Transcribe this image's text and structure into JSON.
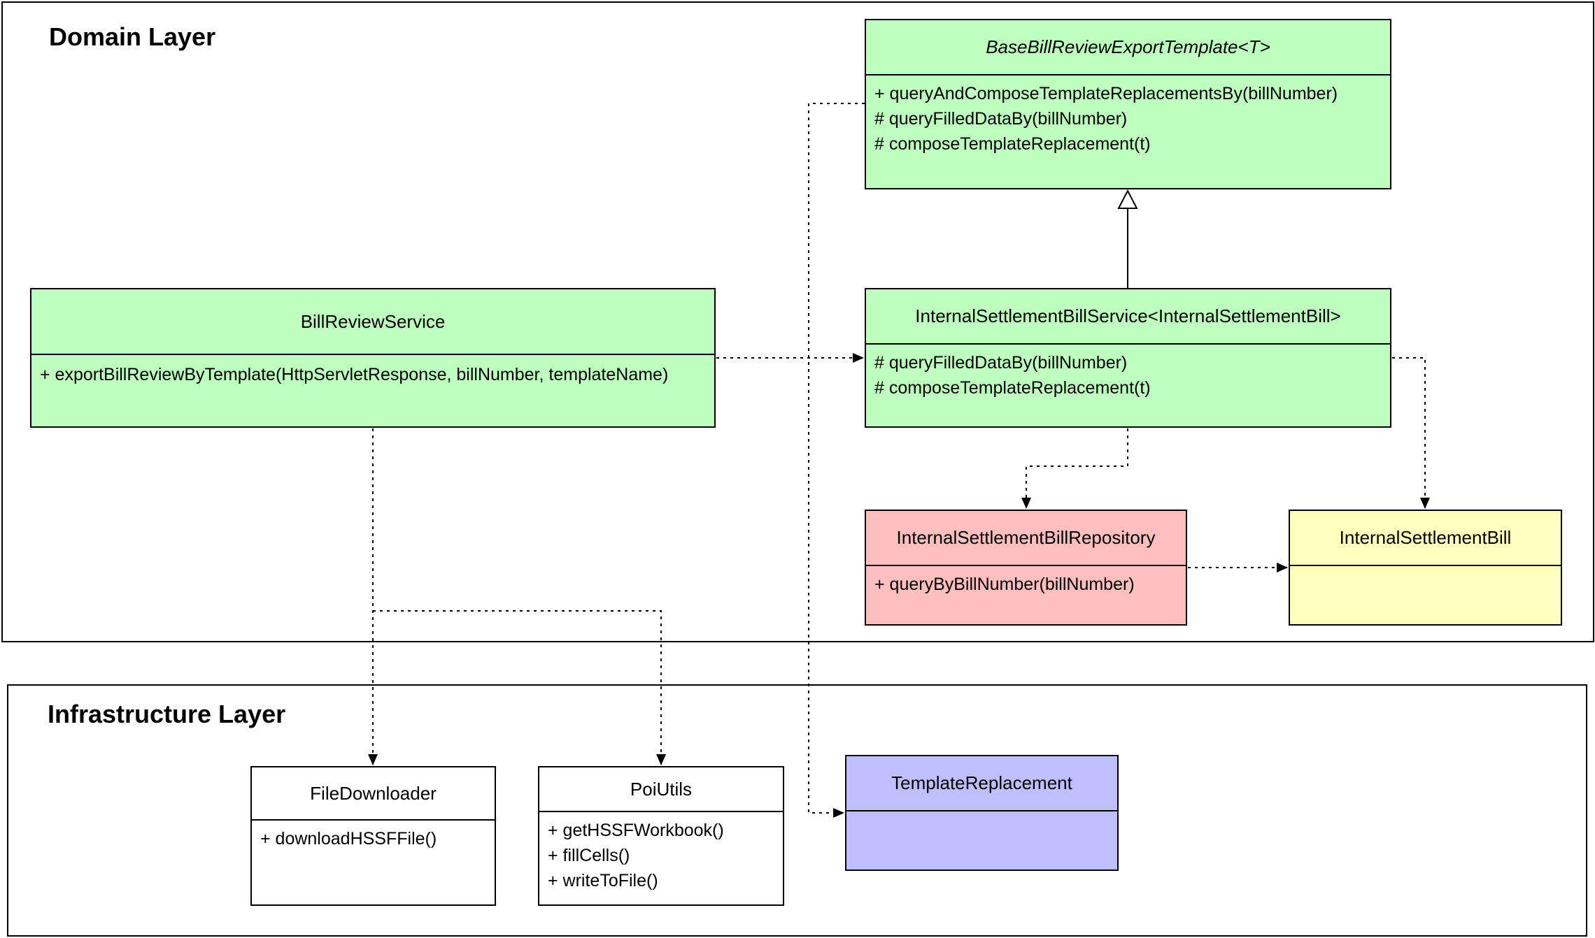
{
  "layers": {
    "domain": {
      "title": "Domain Layer"
    },
    "infrastructure": {
      "title": "Infrastructure Layer"
    }
  },
  "classes": {
    "base_template": {
      "name": "BaseBillReviewExportTemplate<T>",
      "abstract": true,
      "methods": [
        "+ queryAndComposeTemplateReplacementsBy(billNumber)",
        "# queryFilledDataBy(billNumber)",
        "# composeTemplateReplacement(t)"
      ],
      "color": "#bfffbf"
    },
    "bill_review_service": {
      "name": "BillReviewService",
      "methods": [
        "+ exportBillReviewByTemplate(HttpServletResponse, billNumber, templateName)"
      ],
      "color": "#bfffbf"
    },
    "internal_settlement_bill_service": {
      "name": "InternalSettlementBillService<InternalSettlementBill>",
      "methods": [
        "# queryFilledDataBy(billNumber)",
        "# composeTemplateReplacement(t)"
      ],
      "color": "#bfffbf"
    },
    "repository": {
      "name": "InternalSettlementBillRepository",
      "methods": [
        "+ queryByBillNumber(billNumber)"
      ],
      "color": "#ffbfbf"
    },
    "internal_settlement_bill": {
      "name": "InternalSettlementBill",
      "methods": [],
      "color": "#ffffbf"
    },
    "file_downloader": {
      "name": "FileDownloader",
      "methods": [
        "+ downloadHSSFFile()"
      ],
      "color": "#ffffff"
    },
    "poi_utils": {
      "name": "PoiUtils",
      "methods": [
        "+ getHSSFWorkbook()",
        "+ fillCells()",
        "+ writeToFile()"
      ],
      "color": "#ffffff"
    },
    "template_replacement": {
      "name": "TemplateReplacement",
      "methods": [],
      "color": "#bfbfff"
    }
  },
  "relations": [
    {
      "from": "internal_settlement_bill_service",
      "to": "base_template",
      "type": "inheritance"
    },
    {
      "from": "bill_review_service",
      "to": "internal_settlement_bill_service",
      "type": "dependency"
    },
    {
      "from": "base_template",
      "to": "template_replacement",
      "type": "dependency"
    },
    {
      "from": "internal_settlement_bill_service",
      "to": "repository",
      "type": "dependency"
    },
    {
      "from": "internal_settlement_bill_service",
      "to": "internal_settlement_bill",
      "type": "dependency"
    },
    {
      "from": "repository",
      "to": "internal_settlement_bill",
      "type": "dependency"
    },
    {
      "from": "bill_review_service",
      "to": "file_downloader",
      "type": "dependency"
    },
    {
      "from": "bill_review_service",
      "to": "poi_utils",
      "type": "dependency"
    }
  ]
}
